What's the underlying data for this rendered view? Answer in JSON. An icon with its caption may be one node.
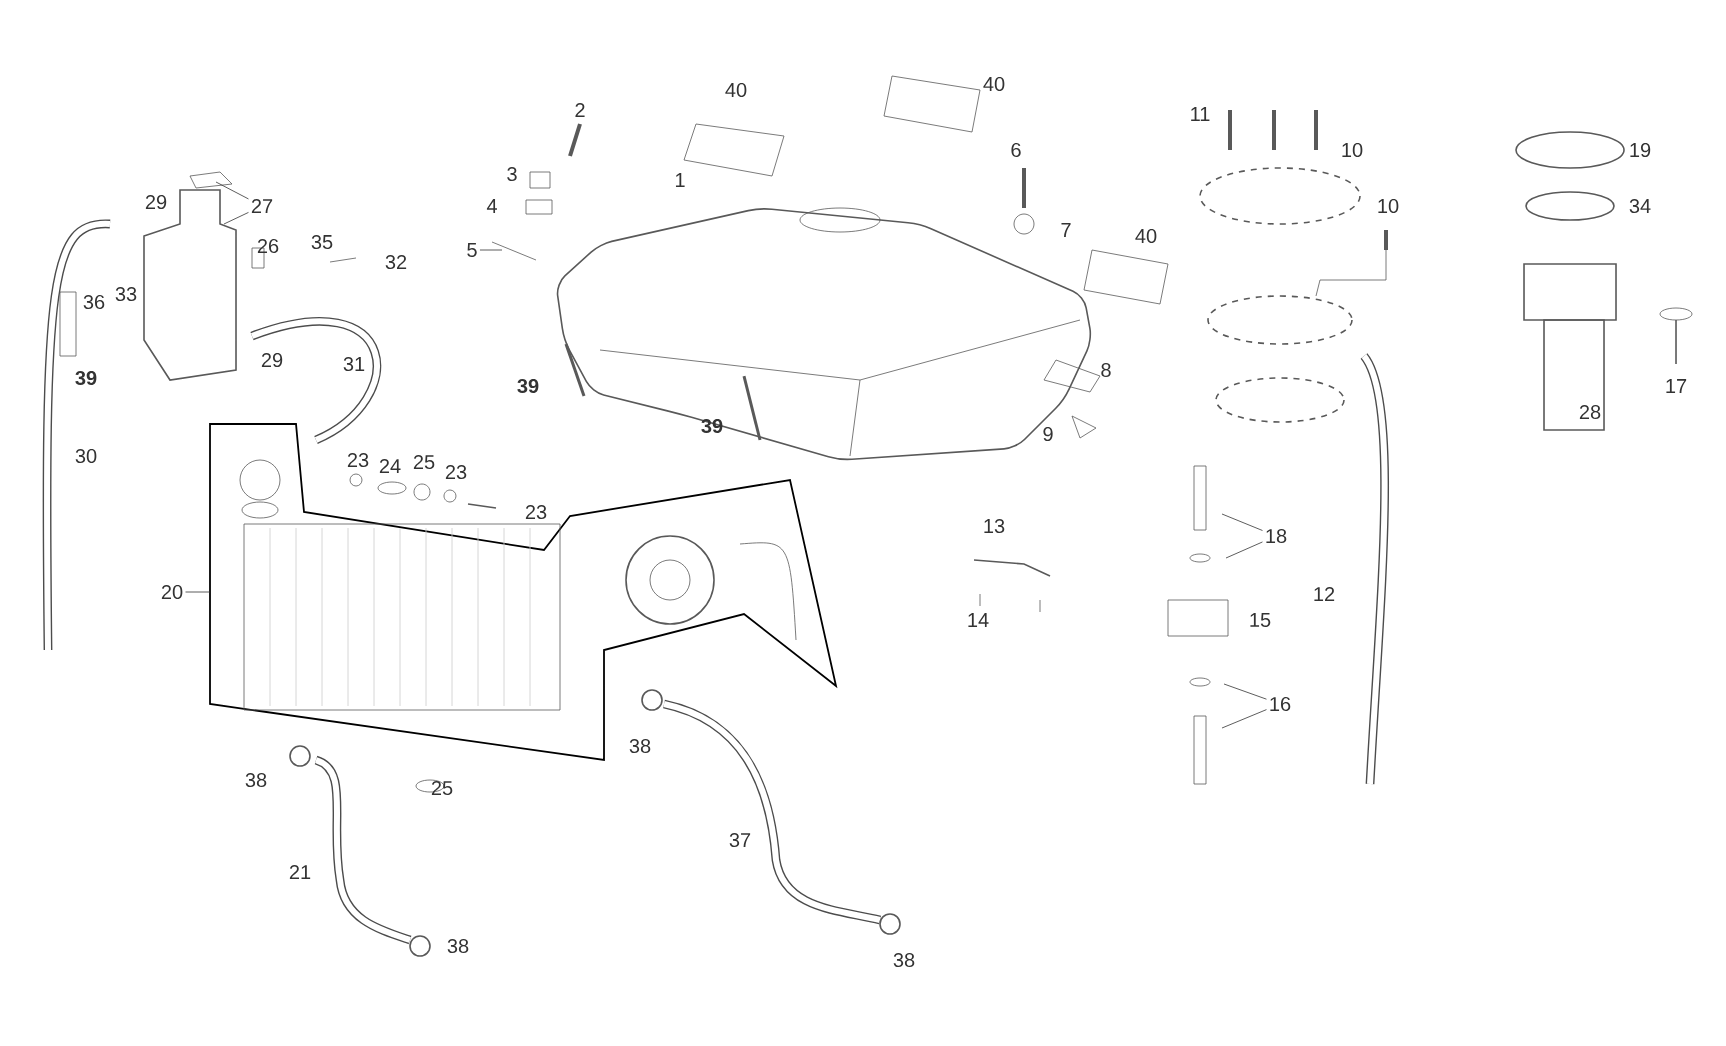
{
  "diagram": {
    "nodes": [
      {
        "text": [
          "2"
        ]
      },
      {
        "text": [
          "40"
        ]
      },
      {
        "text": [
          "40"
        ]
      },
      {
        "text": [
          "11"
        ]
      },
      {
        "text": [
          "10"
        ]
      },
      {
        "text": [
          "19"
        ]
      },
      {
        "text": [
          "1"
        ]
      },
      {
        "text": [
          "3"
        ]
      },
      {
        "text": [
          "4"
        ]
      },
      {
        "text": [
          "6"
        ]
      },
      {
        "text": [
          "29"
        ]
      },
      {
        "text": [
          "27"
        ]
      },
      {
        "text": [
          "10"
        ]
      },
      {
        "text": [
          "34"
        ]
      },
      {
        "text": [
          "7"
        ]
      },
      {
        "text": [
          "40"
        ]
      },
      {
        "text": [
          "26"
        ]
      },
      {
        "text": [
          "35"
        ]
      },
      {
        "text": [
          "5"
        ]
      },
      {
        "text": [
          "32"
        ]
      },
      {
        "text": [
          "36"
        ]
      },
      {
        "text": [
          "33"
        ]
      },
      {
        "text": [
          "29"
        ]
      },
      {
        "text": [
          "31"
        ]
      },
      {
        "text": [
          "8"
        ]
      },
      {
        "text": [
          "39"
        ]
      },
      {
        "text": [
          "39"
        ]
      },
      {
        "text": [
          "17"
        ]
      },
      {
        "text": [
          "28"
        ]
      },
      {
        "text": [
          "39"
        ]
      },
      {
        "text": [
          "9"
        ]
      },
      {
        "text": [
          "30"
        ]
      },
      {
        "text": [
          "23"
        ]
      },
      {
        "text": [
          "24"
        ]
      },
      {
        "text": [
          "25"
        ]
      },
      {
        "text": [
          "23"
        ]
      },
      {
        "text": [
          "23"
        ]
      },
      {
        "text": [
          "13"
        ]
      },
      {
        "text": [
          "18"
        ]
      },
      {
        "text": [
          "20"
        ]
      },
      {
        "text": [
          "12"
        ]
      },
      {
        "text": [
          "15"
        ]
      },
      {
        "text": [
          "14"
        ]
      },
      {
        "text": [
          "16"
        ]
      },
      {
        "text": [
          "38"
        ]
      },
      {
        "text": [
          "38"
        ]
      },
      {
        "text": [
          "25"
        ]
      },
      {
        "text": [
          "37"
        ]
      },
      {
        "text": [
          "21"
        ]
      },
      {
        "text": [
          "38"
        ]
      },
      {
        "text": [
          "38"
        ]
      }
    ],
    "edges": [
      {
        "from": 11,
        "to": null,
        "arrow": "none"
      },
      {
        "from": 11,
        "to": null,
        "arrow": "none"
      },
      {
        "from": 18,
        "to": null,
        "arrow": "none"
      },
      {
        "from": 39,
        "to": null,
        "arrow": "none"
      },
      {
        "from": 38,
        "to": null,
        "arrow": "none"
      },
      {
        "from": 38,
        "to": null,
        "arrow": "none"
      },
      {
        "from": 43,
        "to": null,
        "arrow": "none"
      },
      {
        "from": 43,
        "to": null,
        "arrow": "none"
      }
    ]
  }
}
